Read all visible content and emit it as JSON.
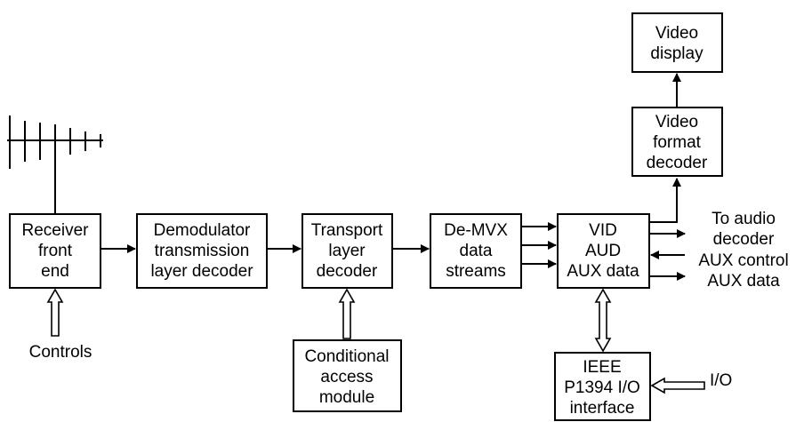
{
  "blocks": {
    "receiver": [
      "Receiver",
      "front",
      "end"
    ],
    "demod": [
      "Demodulator",
      "transmission",
      "layer decoder"
    ],
    "transport": [
      "Transport",
      "layer",
      "decoder"
    ],
    "demvx": [
      "De-MVX",
      "data",
      "streams"
    ],
    "vid": [
      "VID",
      "AUD",
      "AUX data"
    ],
    "video_format": [
      "Video",
      "format",
      "decoder"
    ],
    "video_display": [
      "Video",
      "display"
    ],
    "conditional": [
      "Conditional",
      "access",
      "module"
    ],
    "ieee": [
      "IEEE",
      "P1394 I/O",
      "interface"
    ]
  },
  "labels": {
    "to_audio": [
      "To audio",
      "decoder"
    ],
    "aux_control": "AUX control",
    "aux_data": "AUX data",
    "controls": "Controls",
    "io": "I/O"
  }
}
